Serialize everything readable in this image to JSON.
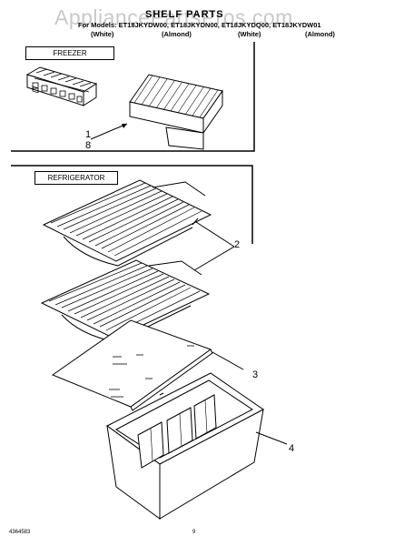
{
  "header": {
    "watermark": "AppliancePartsPros.com",
    "title": "SHELF PARTS",
    "models": "For Models: ET18JKYDW00, ET18JKYDN00, ET18JKYDQ00, ET18JKYDW01",
    "variants": [
      "(White)",
      "(Almond)",
      "(White)",
      "(Almond)"
    ]
  },
  "sections": {
    "freezer": "FREEZER",
    "refrigerator": "REFRIGERATOR"
  },
  "callouts": {
    "c1": "1",
    "c8": "8",
    "c2": "2",
    "c3": "3",
    "c4": "4"
  },
  "footer": {
    "doc_number": "4364583",
    "page": "9"
  }
}
